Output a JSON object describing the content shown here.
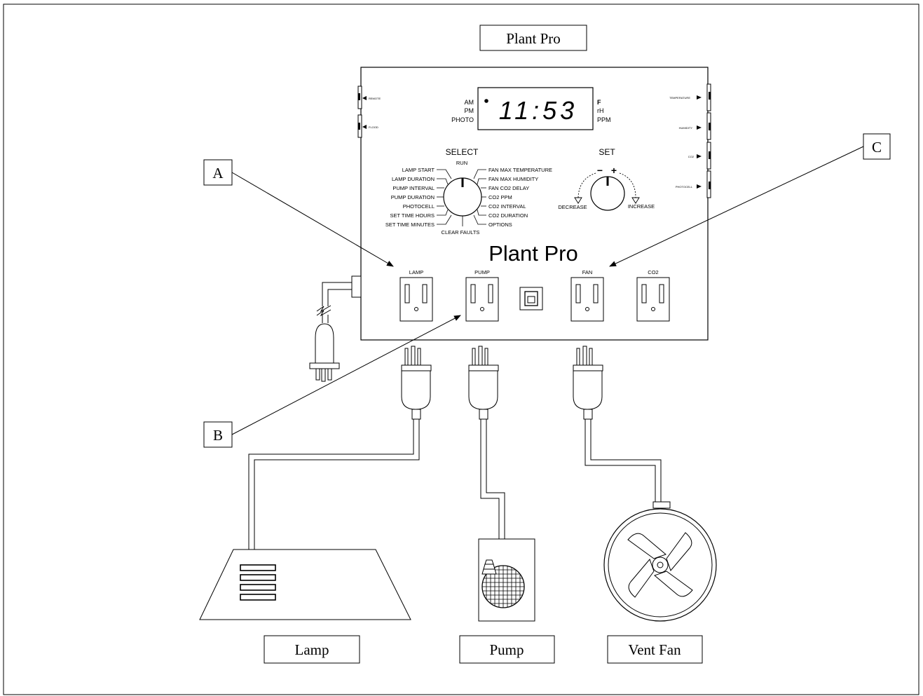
{
  "title": "Plant Pro",
  "controller": {
    "display": {
      "time": "11:53",
      "left_indicators": [
        "AM",
        "PM",
        "PHOTO"
      ],
      "right_indicators": [
        "F",
        "rH",
        "PPM"
      ]
    },
    "side_jacks_left": [
      "REMOTE",
      "FLOOD"
    ],
    "side_jacks_right": [
      "TEMPERATURE",
      "HUMIDITY",
      "CO2",
      "PHOTOCELL"
    ],
    "select": {
      "title": "SELECT",
      "top": "RUN",
      "bottom": "CLEAR FAULTS",
      "left_positions": [
        "LAMP START",
        "LAMP DURATION",
        "PUMP INTERVAL",
        "PUMP DURATION",
        "PHOTOCELL",
        "SET TIME HOURS",
        "SET TIME MINUTES"
      ],
      "right_positions": [
        "FAN MAX TEMPERATURE",
        "FAN MAX HUMIDITY",
        "FAN CO2 DELAY",
        "CO2 PPM",
        "CO2 INTERVAL",
        "CO2 DURATION",
        "OPTIONS"
      ]
    },
    "set": {
      "title": "SET",
      "minus": "−",
      "plus": "+",
      "decrease": "DECREASE",
      "increase": "INCREASE"
    },
    "brand": "Plant Pro",
    "outlets": [
      "LAMP",
      "PUMP",
      "FAN",
      "CO2"
    ]
  },
  "callouts": [
    "A",
    "B",
    "C"
  ],
  "devices": [
    "Lamp",
    "Pump",
    "Vent Fan"
  ],
  "colors": {
    "ink": "#000000",
    "background": "#ffffff"
  }
}
